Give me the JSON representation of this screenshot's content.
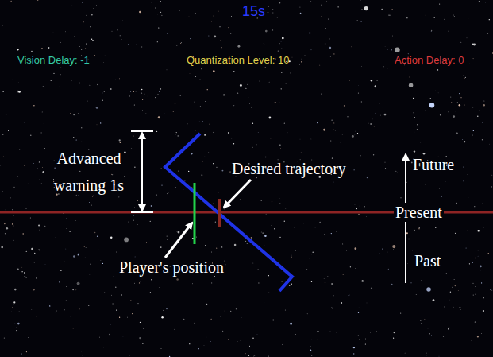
{
  "diagram": {
    "labels": [
      "15s",
      "Vision Delay: -1",
      "Quantization Level: 10",
      "Action Delay: 0",
      "Advanced warning 1s",
      "Desired trajectory",
      "Future",
      "Present",
      "Player's position",
      "Past"
    ]
  }
}
